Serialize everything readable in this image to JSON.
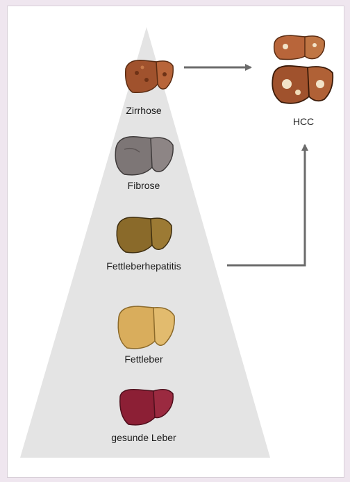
{
  "stages": [
    {
      "id": "gesund",
      "label": "gesunde Leber"
    },
    {
      "id": "fettleber",
      "label": "Fettleber"
    },
    {
      "id": "fettleberhepatitis",
      "label": "Fettleberhepatitis"
    },
    {
      "id": "fibrose",
      "label": "Fibrose"
    },
    {
      "id": "zirrhose",
      "label": "Zirrhose"
    }
  ],
  "outcome": {
    "label": "HCC"
  },
  "colors": {
    "background": "#efe6ef",
    "pyramid": "#e4e4e4",
    "arrow": "#6b6b6b",
    "healthy": "#8c1f35",
    "fatty": "#d9ad5c",
    "steatohepatitis": "#8a6a2a",
    "fibrosis": "#7d7676",
    "cirrhosis": "#a0522d"
  }
}
